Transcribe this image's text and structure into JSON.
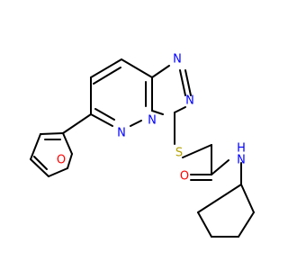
{
  "molecule": {
    "atoms": {
      "furan_oxygen": {
        "symbol": "O",
        "color": "#ff0000"
      },
      "pyridazine_n1": {
        "symbol": "N",
        "color": "#0000ff"
      },
      "bridgehead_n": {
        "symbol": "N",
        "color": "#0000ff"
      },
      "triazole_n1": {
        "symbol": "N",
        "color": "#0000ff"
      },
      "triazole_n2": {
        "symbol": "N",
        "color": "#0000ff"
      },
      "sulfur": {
        "symbol": "S",
        "color": "#b3a100"
      },
      "carbonyl_oxygen": {
        "symbol": "O",
        "color": "#ff0000"
      },
      "amide_nitrogen": {
        "symbol": "N",
        "color": "#0000ff"
      },
      "amide_hydrogen": {
        "symbol": "H",
        "color": "#0000ff"
      }
    },
    "bond_color": "#000000"
  }
}
